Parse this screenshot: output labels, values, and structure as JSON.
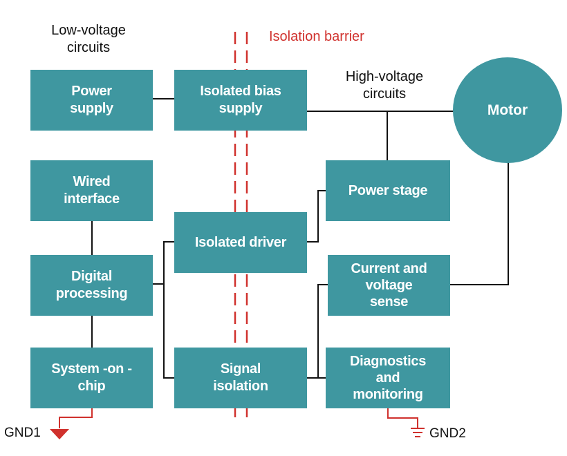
{
  "labels": {
    "low_voltage": [
      "Low-voltage",
      "circuits"
    ],
    "high_voltage": [
      "High-voltage",
      "circuits"
    ],
    "isolation_barrier": "Isolation barrier",
    "gnd1": "GND1",
    "gnd2": "GND2"
  },
  "blocks": {
    "power_supply": [
      "Power",
      "supply"
    ],
    "wired_interface": [
      "Wired",
      "interface"
    ],
    "digital_processing": [
      "Digital",
      "processing"
    ],
    "system_on_chip": [
      "System -on -",
      "chip"
    ],
    "isolated_bias_supply": [
      "Isolated bias",
      "supply"
    ],
    "isolated_driver": [
      "Isolated driver"
    ],
    "signal_isolation": [
      "Signal",
      "isolation"
    ],
    "power_stage": [
      "Power stage"
    ],
    "current_voltage_sense": [
      "Current and",
      "voltage",
      "sense"
    ],
    "diagnostics_monitoring": [
      "Diagnostics",
      "and",
      "monitoring"
    ],
    "motor": "Motor"
  },
  "colors": {
    "block_fill": "#3f97a0",
    "wire": "#111111",
    "barrier": "#d0312d",
    "ground": "#d0312d"
  }
}
